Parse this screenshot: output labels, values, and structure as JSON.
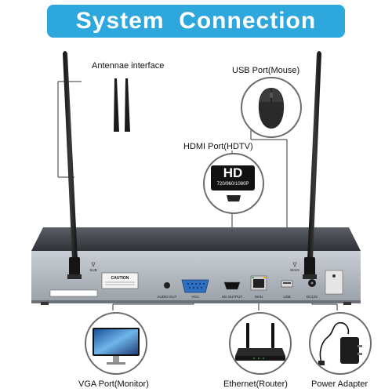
{
  "banner": {
    "title": "System  Connection",
    "color": "#2ea7dc"
  },
  "callouts": {
    "antennae": "Antennae interface",
    "usb": "USB Port(Mouse)",
    "hdmi": "HDMI Port(HDTV)",
    "vga": "VGA Port(Monitor)",
    "ethernet": "Ethernet(Router)",
    "power": "Power Adapter"
  },
  "hd_badge": {
    "main": "HD",
    "sub": "720/960/1080P"
  },
  "rear_panel": {
    "caution": "CAUTION",
    "audio_out": "AUDIO OUT",
    "vga": "VGA",
    "hd_output": "HD OUTPUT",
    "wan": "WAN",
    "usb": "USB",
    "power": "DC12V",
    "antenna_left": "SUB",
    "antenna_right": "MAIN"
  },
  "icons": [
    "antenna-icon",
    "mouse-icon",
    "monitor-icon",
    "router-icon",
    "power-adapter-icon",
    "hdmi-icon",
    "rj45-icon",
    "usb-icon",
    "vga-icon"
  ]
}
